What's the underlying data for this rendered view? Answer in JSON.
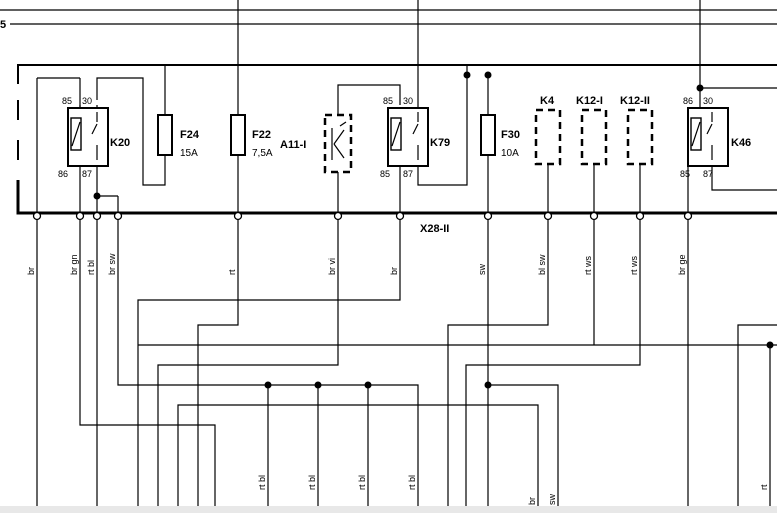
{
  "components": {
    "K20": {
      "label": "K20",
      "pins_top": [
        "85",
        "30"
      ],
      "pins_bottom": [
        "86",
        "87"
      ]
    },
    "F24": {
      "label": "F24",
      "rating": "15A"
    },
    "F22": {
      "label": "F22",
      "rating": "7,5A"
    },
    "A11": {
      "label": "A11-I"
    },
    "K79": {
      "label": "K79",
      "pins_top": [
        "85",
        "30"
      ],
      "pins_bottom": [
        "85",
        "87"
      ]
    },
    "F30": {
      "label": "F30",
      "rating": "10A"
    },
    "K4": {
      "label": "K4"
    },
    "K12I": {
      "label": "K12-I"
    },
    "K12II": {
      "label": "K12-II"
    },
    "K46": {
      "label": "K46",
      "pins_top": [
        "86",
        "30"
      ],
      "pins_bottom": [
        "85",
        "87"
      ]
    }
  },
  "connector": {
    "label": "X28-II"
  },
  "wire_labels_top": [
    "br",
    "br gn",
    "rt bl",
    "br sw",
    "rt",
    "br vi",
    "br",
    "sw",
    "bl sw",
    "rt ws",
    "rt ws",
    "br ge"
  ],
  "wire_labels_bottom": [
    "rt bl",
    "rt bl",
    "rt bl",
    "rt bl",
    "br",
    "sw",
    "rt"
  ],
  "edge_glyph": "5"
}
